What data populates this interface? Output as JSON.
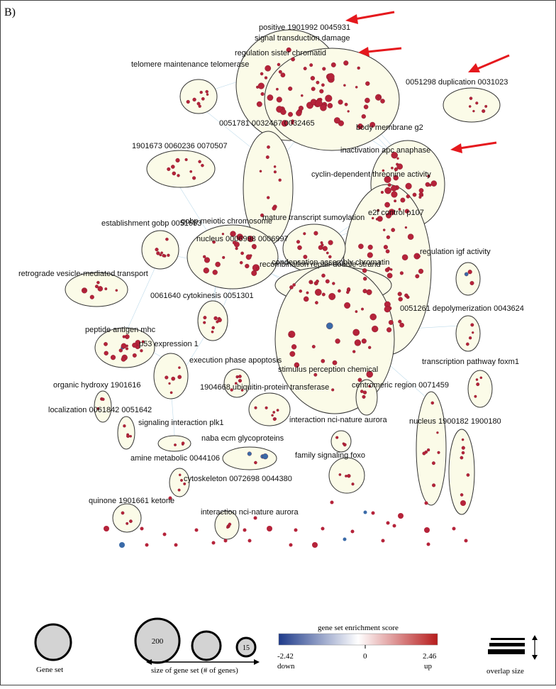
{
  "panel_label": "B)",
  "cluster_labels": [
    "positive 1901992 0045931",
    "signal transduction damage",
    "regulation sister chromatid",
    "telomere maintenance telomerase",
    "0051298 duplication 0031023",
    "0051781 0032467 0032465",
    "body membrane g2",
    "1901673 0060236 0070507",
    "inactivation apc anaphase",
    "cyclin-dependent threonine activity",
    "e2f control p107",
    "gobp meiotic chromosome",
    "mature transcript sumoylation",
    "establishment gobp 0051683",
    "nucleus 0006998 0006997",
    "regulation igf activity",
    "condensation assembly chromatin",
    "recombination repair double-strand",
    "retrograde vesicle-mediated transport",
    "0061640 cytokinesis 0051301",
    "0051261 depolymerization 0043624",
    "peptide antigen mhc",
    "p53 expression 1",
    "execution phase apoptosis",
    "transcription pathway foxm1",
    "stimulus perception chemical",
    "organic hydroxy 1901616",
    "1904668 ubiquitin-protein transferase",
    "centromeric region 0071459",
    "localization 0061842 0051642",
    "interaction nci-nature aurora",
    "nucleus 1900182 1900180",
    "signaling interaction plk1",
    "naba ecm glycoproteins",
    "family signaling foxo",
    "amine metabolic 0044106",
    "cytoskeleton 0072698 0044380",
    "quinone 1901661 ketone",
    "interaction nci-nature aurora"
  ],
  "arrows": [
    "positive-arrow",
    "regulation-arrow",
    "duplication-arrow",
    "inactivation-arrow"
  ],
  "legend": {
    "gene_set_label": "Gene set",
    "size_large": "200",
    "size_small": "15",
    "size_caption": "size of gene set (# of genes)",
    "score_title": "gene set enrichment score",
    "score_min": "-2.42",
    "score_mid": "0",
    "score_max": "2.46",
    "down_label": "down",
    "up_label": "up",
    "overlap_label": "overlap size"
  },
  "colors": {
    "node_up": "#b5233a",
    "node_down": "#3a6aa8",
    "edge": "#a9cfe4",
    "cluster_fill": "#fbfbe8",
    "arrow": "#e5181d"
  }
}
